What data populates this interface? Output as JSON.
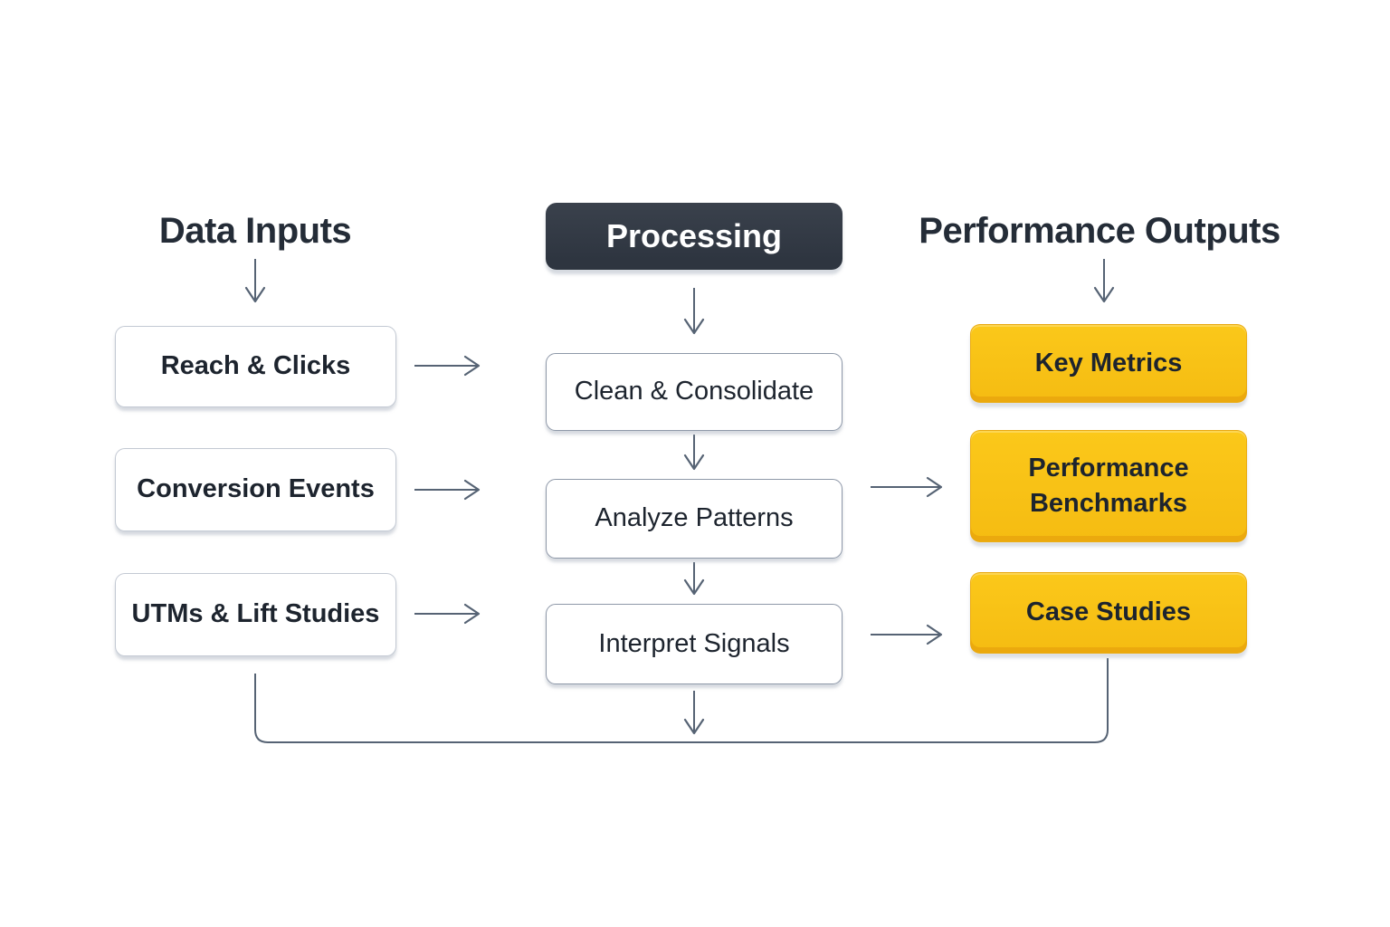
{
  "diagram_title": "Marketing data flow diagram",
  "columns": {
    "inputs": {
      "header": "Data Inputs",
      "items": [
        {
          "label": "Reach & Clicks"
        },
        {
          "label": "Conversion Events"
        },
        {
          "label": "UTMs & Lift Studies"
        }
      ]
    },
    "processing": {
      "header": "Processing",
      "items": [
        {
          "label": "Clean & Consolidate"
        },
        {
          "label": "Analyze Patterns"
        },
        {
          "label": "Interpret Signals"
        }
      ]
    },
    "outputs": {
      "header": "Performance Outputs",
      "items": [
        {
          "label": "Key Metrics"
        },
        {
          "label": "Performance Benchmarks"
        },
        {
          "label": "Case Studies"
        }
      ]
    }
  },
  "edges": [
    {
      "from": "Data Inputs",
      "to": "Reach & Clicks",
      "type": "arrow-down"
    },
    {
      "from": "Processing",
      "to": "Clean & Consolidate",
      "type": "arrow-down"
    },
    {
      "from": "Performance Outputs",
      "to": "Key Metrics",
      "type": "arrow-down"
    },
    {
      "from": "Reach & Clicks",
      "to": "Processing column",
      "type": "arrow-right"
    },
    {
      "from": "Conversion Events",
      "to": "Processing column",
      "type": "arrow-right"
    },
    {
      "from": "UTMs & Lift Studies",
      "to": "Processing column",
      "type": "arrow-right"
    },
    {
      "from": "Clean & Consolidate",
      "to": "Analyze Patterns",
      "type": "arrow-down"
    },
    {
      "from": "Analyze Patterns",
      "to": "Interpret Signals",
      "type": "arrow-down"
    },
    {
      "from": "Analyze Patterns",
      "to": "Performance Benchmarks",
      "type": "arrow-right"
    },
    {
      "from": "Interpret Signals",
      "to": "Case Studies",
      "type": "arrow-right"
    },
    {
      "from": "Interpret Signals",
      "to": "feedback baseline",
      "type": "arrow-down"
    },
    {
      "from": "UTMs & Lift Studies",
      "to": "Case Studies",
      "type": "bottom-loop-line"
    }
  ],
  "colors": {
    "background": "#FFFFFF",
    "heading-text": "#242C37",
    "box-text": "#1D242E",
    "processing-bg": "#2E3540",
    "processing-text": "#FFFFFF",
    "accent-yellow": "#FBC81A",
    "accent-yellow-deep": "#F5BC12",
    "yellow-bevel": "#E8A414",
    "arrow": "#566374",
    "border-light": "#C3C9D3",
    "border-mid": "#8E98A8"
  }
}
